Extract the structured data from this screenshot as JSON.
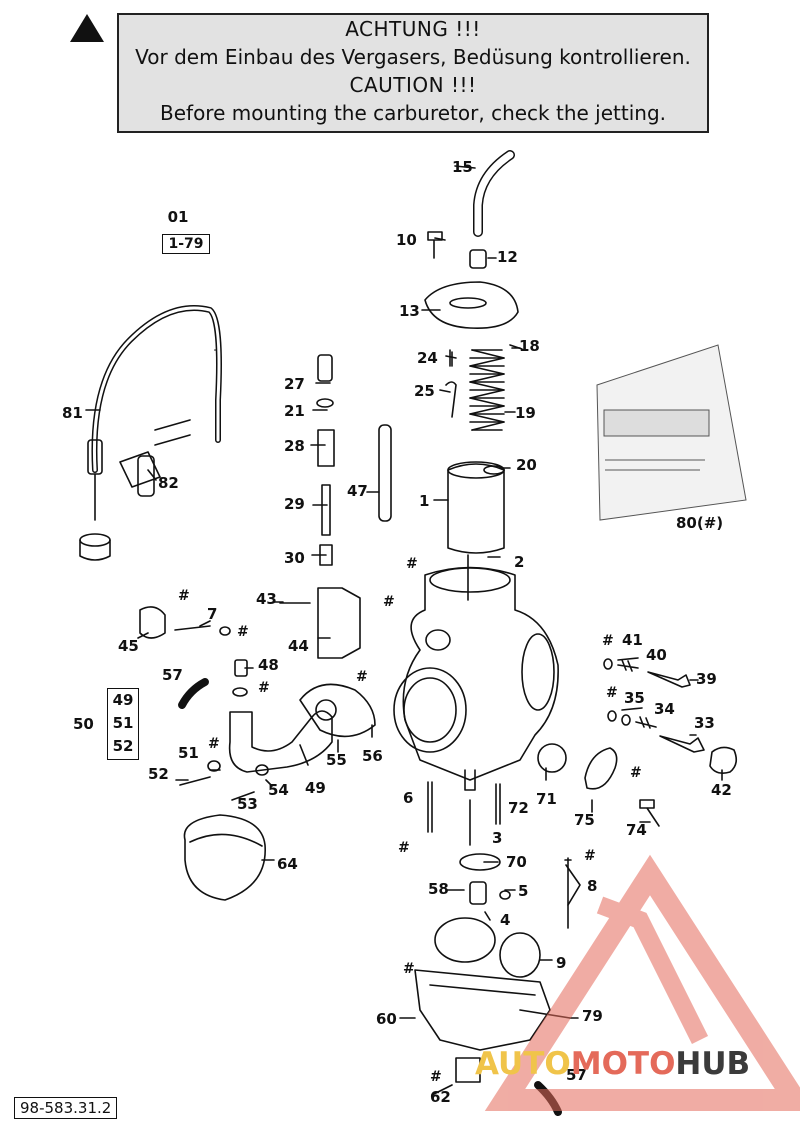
{
  "warning": {
    "line1": "ACHTUNG !!!",
    "line2": "Vor dem Einbau des Vergasers, Bedüsung kontrollieren.",
    "line3": "CAUTION !!!",
    "line4": "Before mounting the carburetor, check the jetting."
  },
  "reference": {
    "number": "01",
    "range": "1-79"
  },
  "set_group": {
    "label": "50",
    "items": [
      "49",
      "51",
      "52"
    ]
  },
  "doc_number": "98-583.31.2",
  "watermark": {
    "part1": "AUTO",
    "part2": "MOTO",
    "part3": "HUB"
  },
  "part_labels": [
    "15",
    "10",
    "12",
    "13",
    "24",
    "18",
    "25",
    "19",
    "27",
    "21",
    "28",
    "47",
    "29",
    "30",
    "1",
    "20",
    "2",
    "80(#)",
    "81",
    "82",
    "43",
    "44",
    "7",
    "45",
    "57",
    "48",
    "50",
    "51",
    "52",
    "53",
    "54",
    "49",
    "55",
    "56",
    "41",
    "40",
    "39",
    "35",
    "34",
    "33",
    "42",
    "6",
    "72",
    "3",
    "71",
    "75",
    "74",
    "64",
    "70",
    "58",
    "5",
    "4",
    "8",
    "9",
    "60",
    "79",
    "62",
    "57"
  ],
  "hash_mark": "#",
  "colors": {
    "warning_bg": "#e2e2e2",
    "watermark_red": "#e46a5a",
    "watermark_yellow": "#f0c44a",
    "watermark_dark": "#3b3b3b"
  }
}
